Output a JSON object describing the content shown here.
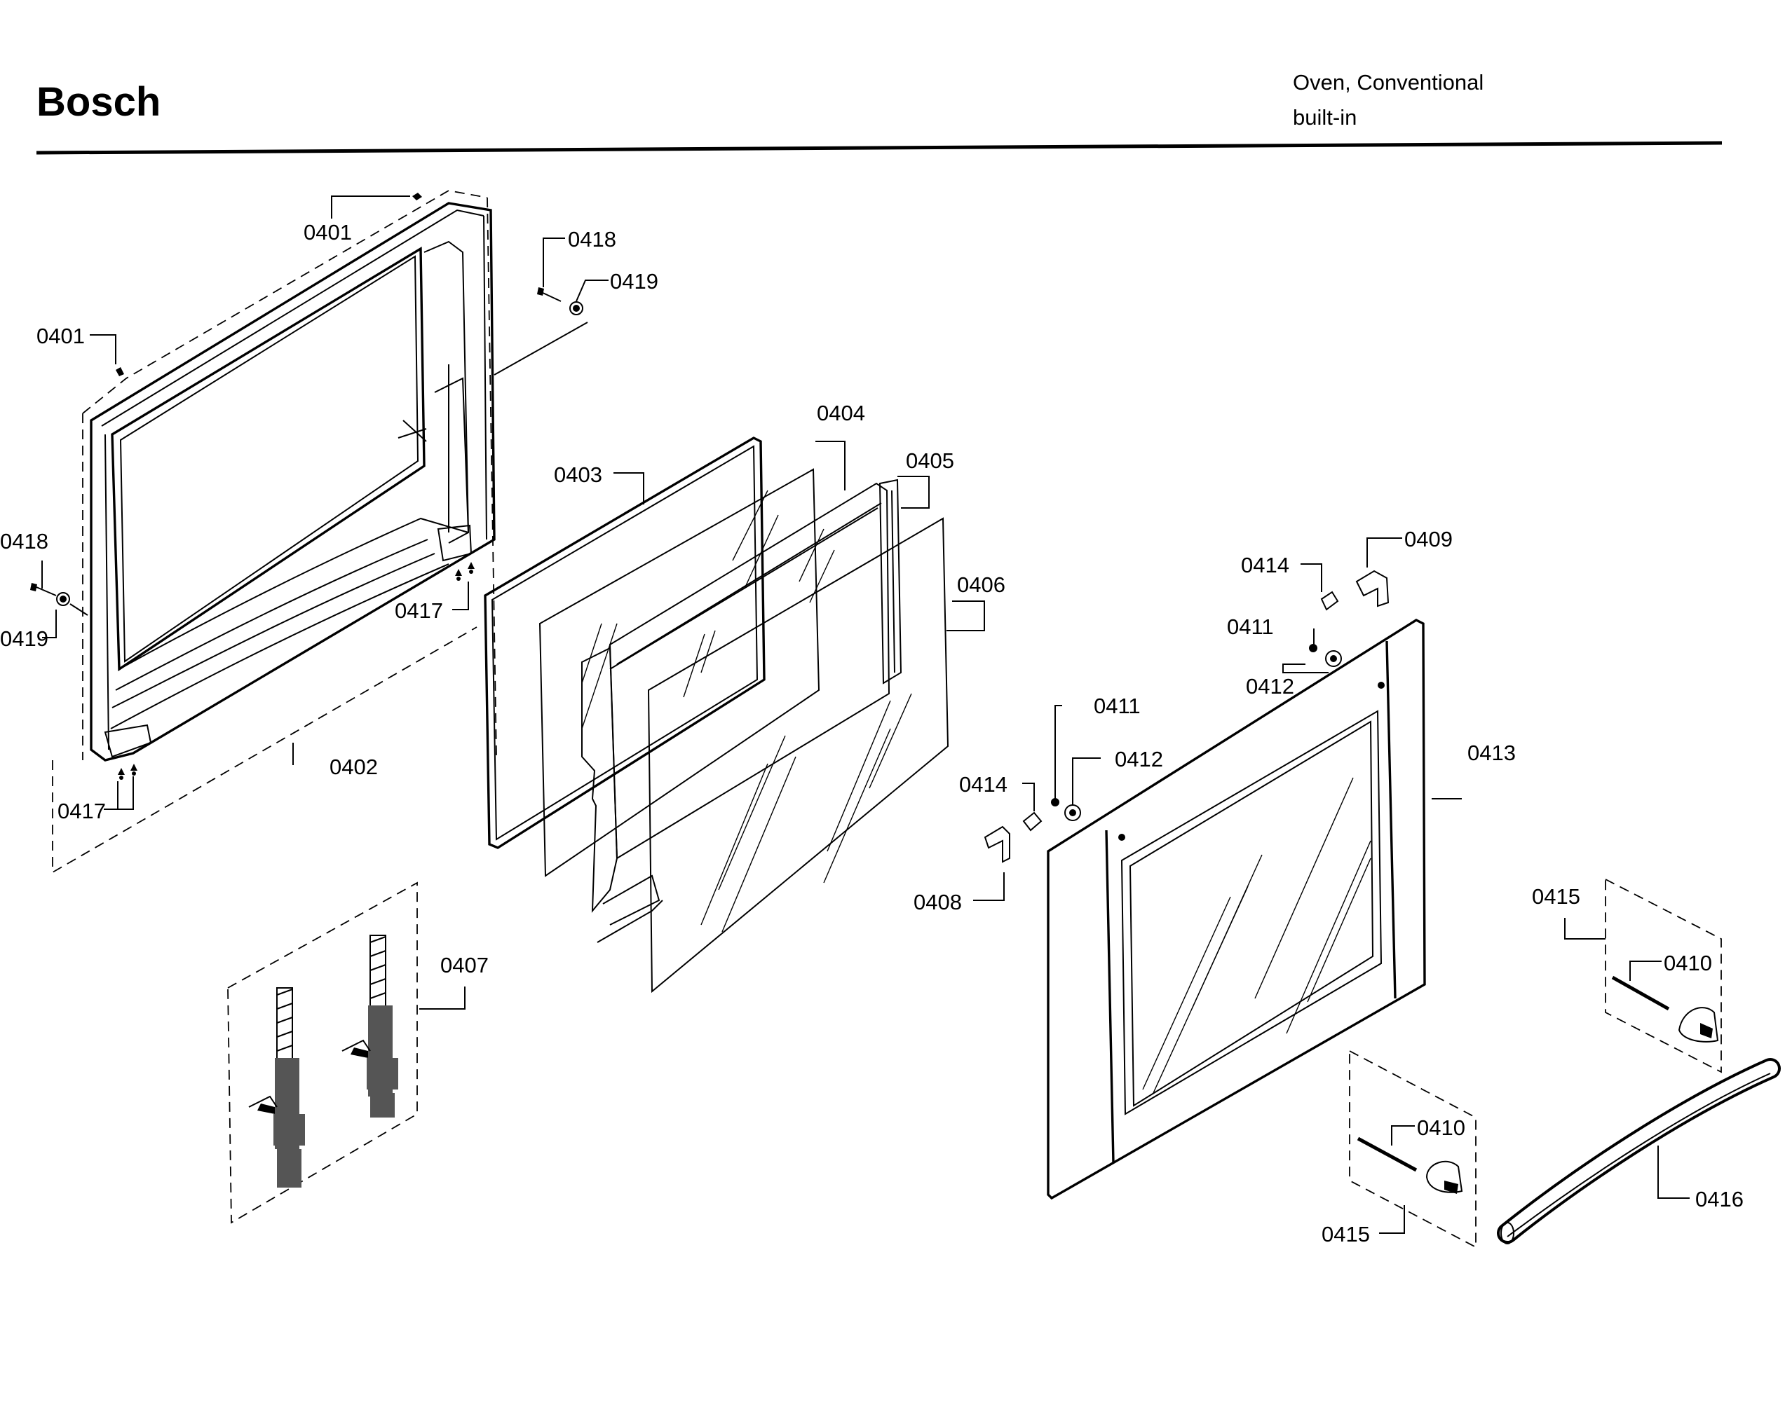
{
  "header": {
    "brand": "Bosch",
    "product_line1": "Oven, Conventional",
    "product_line2": "built-in"
  },
  "callouts": {
    "p0401a": "0401",
    "p0401b": "0401",
    "p0402": "0402",
    "p0403": "0403",
    "p0404": "0404",
    "p0405": "0405",
    "p0406": "0406",
    "p0407": "0407",
    "p0408": "0408",
    "p0409": "0409",
    "p0410a": "0410",
    "p0410b": "0410",
    "p0411a": "0411",
    "p0411b": "0411",
    "p0412a": "0412",
    "p0412b": "0412",
    "p0413": "0413",
    "p0414a": "0414",
    "p0414b": "0414",
    "p0415a": "0415",
    "p0415b": "0415",
    "p0416": "0416",
    "p0417a": "0417",
    "p0417b": "0417",
    "p0418a": "0418",
    "p0418b": "0418",
    "p0419a": "0419",
    "p0419b": "0419"
  }
}
